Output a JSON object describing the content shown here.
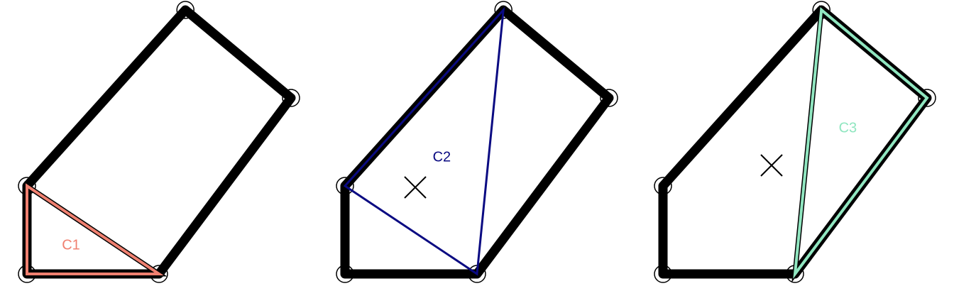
{
  "colors": {
    "outline": "#000000",
    "vertex_marker": "#000000",
    "centroid_marker": "#000000",
    "background": "#ffffff"
  },
  "polygon": {
    "vertex_count": 5,
    "vertices": [
      [
        0,
        0
      ],
      [
        1,
        0
      ],
      [
        2,
        2
      ],
      [
        1.2,
        3
      ],
      [
        0,
        1
      ]
    ]
  },
  "panels": [
    {
      "triangle": {
        "label": "C1",
        "color": "#f08070",
        "vertices": [
          [
            0,
            0
          ],
          [
            1,
            0
          ],
          [
            0,
            1
          ]
        ],
        "style": "outlined"
      },
      "show_centroid_cross": false
    },
    {
      "triangle": {
        "label": "C2",
        "color": "#0a0a82",
        "vertices": [
          [
            0,
            1
          ],
          [
            1,
            0
          ],
          [
            1.2,
            3
          ]
        ],
        "style": "plain"
      },
      "show_centroid_cross": true
    },
    {
      "triangle": {
        "label": "C3",
        "color": "#90e6c0",
        "vertices": [
          [
            1,
            0
          ],
          [
            2,
            2
          ],
          [
            1.2,
            3
          ]
        ],
        "style": "outlined"
      },
      "show_centroid_cross": true
    }
  ]
}
